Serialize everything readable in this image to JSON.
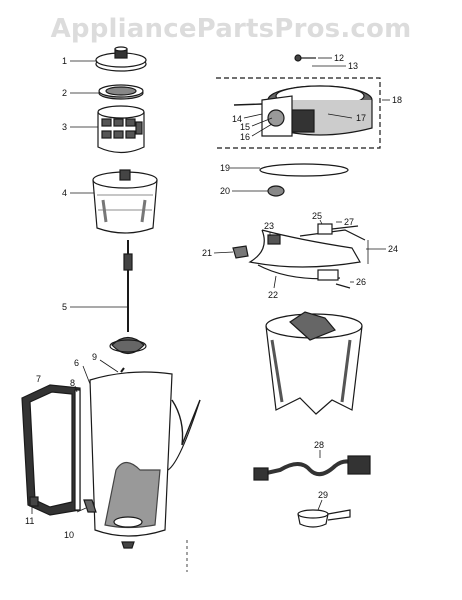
{
  "watermark": "AppliancePartsPros.com",
  "callouts": [
    "1",
    "2",
    "3",
    "4",
    "5",
    "6",
    "7",
    "8",
    "9",
    "10",
    "11",
    "12",
    "13",
    "14",
    "15",
    "16",
    "17",
    "18",
    "19",
    "20",
    "21",
    "22",
    "23",
    "24",
    "25",
    "26",
    "27",
    "28",
    "29"
  ],
  "colors": {
    "ink": "#1a1a1a",
    "watermark": "#dcdcdc"
  }
}
